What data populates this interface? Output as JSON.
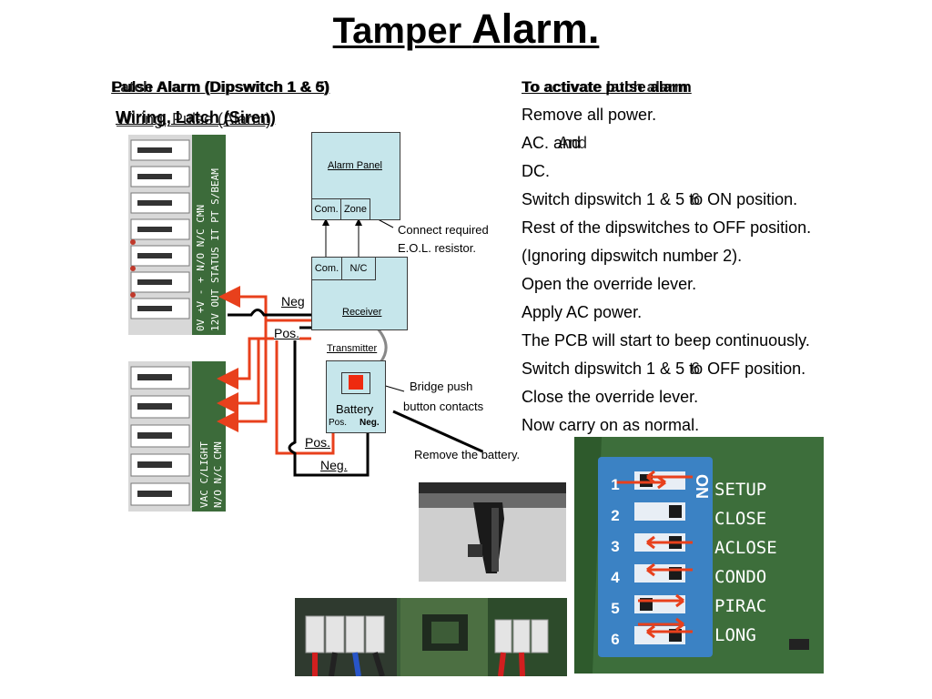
{
  "slide": {
    "title_part1": "Tamper ",
    "title_part2": "Alarm."
  },
  "left_panel": {
    "heading_a": "Pulse Alarm (Dipswitch 1 & 5)",
    "heading_b": "Latch Alarm (Dipswitch 1 & 6)",
    "wiring_a": "Wiring, Latch (Siren)",
    "wiring_b": "Wiring, Pulse (Alarm)"
  },
  "diagram": {
    "alarm_panel": "Alarm Panel",
    "com": "Com.",
    "zone": "Zone",
    "receiver_com": "Com.",
    "nc": "N/C",
    "receiver": "Receiver",
    "transmitter": "Transmitter",
    "battery": "Battery",
    "battery_pos": "Pos.",
    "battery_neg": "Neg.",
    "eol_line1": "Connect required",
    "eol_line2": "E.O.L. resistor.",
    "bridge_line1": "Bridge push",
    "bridge_line2": "button contacts",
    "remove_battery": "Remove the battery.",
    "neg_top": "Neg",
    "pos_top": "Pos.",
    "pos_bottom": "Pos.",
    "neg_bottom": "Neg."
  },
  "right_panel": {
    "heading_a": "To activate pulse alarm",
    "heading_b": "To activate latch alarm",
    "steps": [
      "Remove all power.",
      "AC. and",
      "DC.",
      "Switch dipswitch 1 & 5 to ON position.",
      "Rest of the dipswitches to OFF position.",
      "(Ignoring dipswitch number 2).",
      "Open the override lever.",
      "Apply AC power.",
      "The PCB will start to beep continuously.",
      "Switch dipswitch 1 & 5 to OFF position.",
      "Close the override lever.",
      "Now carry on as normal."
    ],
    "steps_overlay": {
      "and_overlay": "And",
      "six_overlay_1": "6",
      "six_overlay_2": "6"
    }
  },
  "dipswitch_photo": {
    "on_label": "ON",
    "numbers": [
      "1",
      "2",
      "3",
      "4",
      "5",
      "6"
    ],
    "labels": [
      "SETUP",
      "CLOSE",
      "ACLOSE",
      "CONDO",
      "PIRAC",
      "LONG"
    ]
  },
  "terminal_photo": {
    "top_labels": [
      "0V",
      "+V",
      "-",
      "+",
      "N/O",
      "N/C",
      "CMN"
    ],
    "top_sub": [
      "12V",
      "OUT",
      "STATUS",
      "IT",
      "PT",
      "S/BEAM"
    ],
    "bottom_labels": [
      "VAC",
      "C/LIGHT",
      "N/O",
      "N/C",
      "CMN"
    ]
  },
  "colors": {
    "box_fill": "#c6e6eb",
    "wire_red": "#e8401c",
    "dip_blue": "#3b82c4",
    "pcb_green": "#3b6b3a"
  }
}
